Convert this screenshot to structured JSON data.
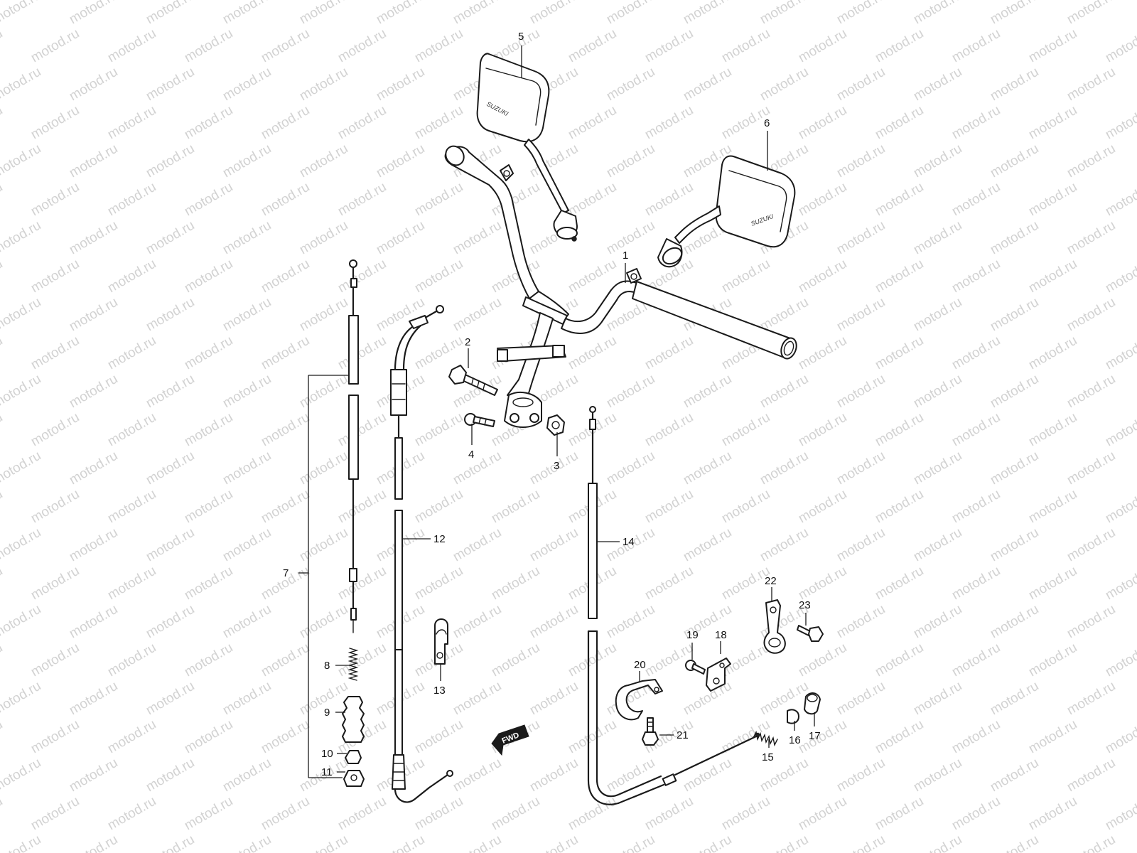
{
  "watermark": {
    "text": "motod.ru",
    "color": "#d2d2d2"
  },
  "mirror_brand": "SUZUKI",
  "direction_label": "FWD",
  "callouts": {
    "c1": "1",
    "c2": "2",
    "c3": "3",
    "c4": "4",
    "c5": "5",
    "c6": "6",
    "c7": "7",
    "c8": "8",
    "c9": "9",
    "c10": "10",
    "c11": "11",
    "c12": "12",
    "c13": "13",
    "c14": "14",
    "c15": "15",
    "c16": "16",
    "c17": "17",
    "c18": "18",
    "c19": "19",
    "c20": "20",
    "c21": "21",
    "c22": "22",
    "c23": "23"
  },
  "colors": {
    "line": "#1a1a1a",
    "background": "#ffffff"
  }
}
